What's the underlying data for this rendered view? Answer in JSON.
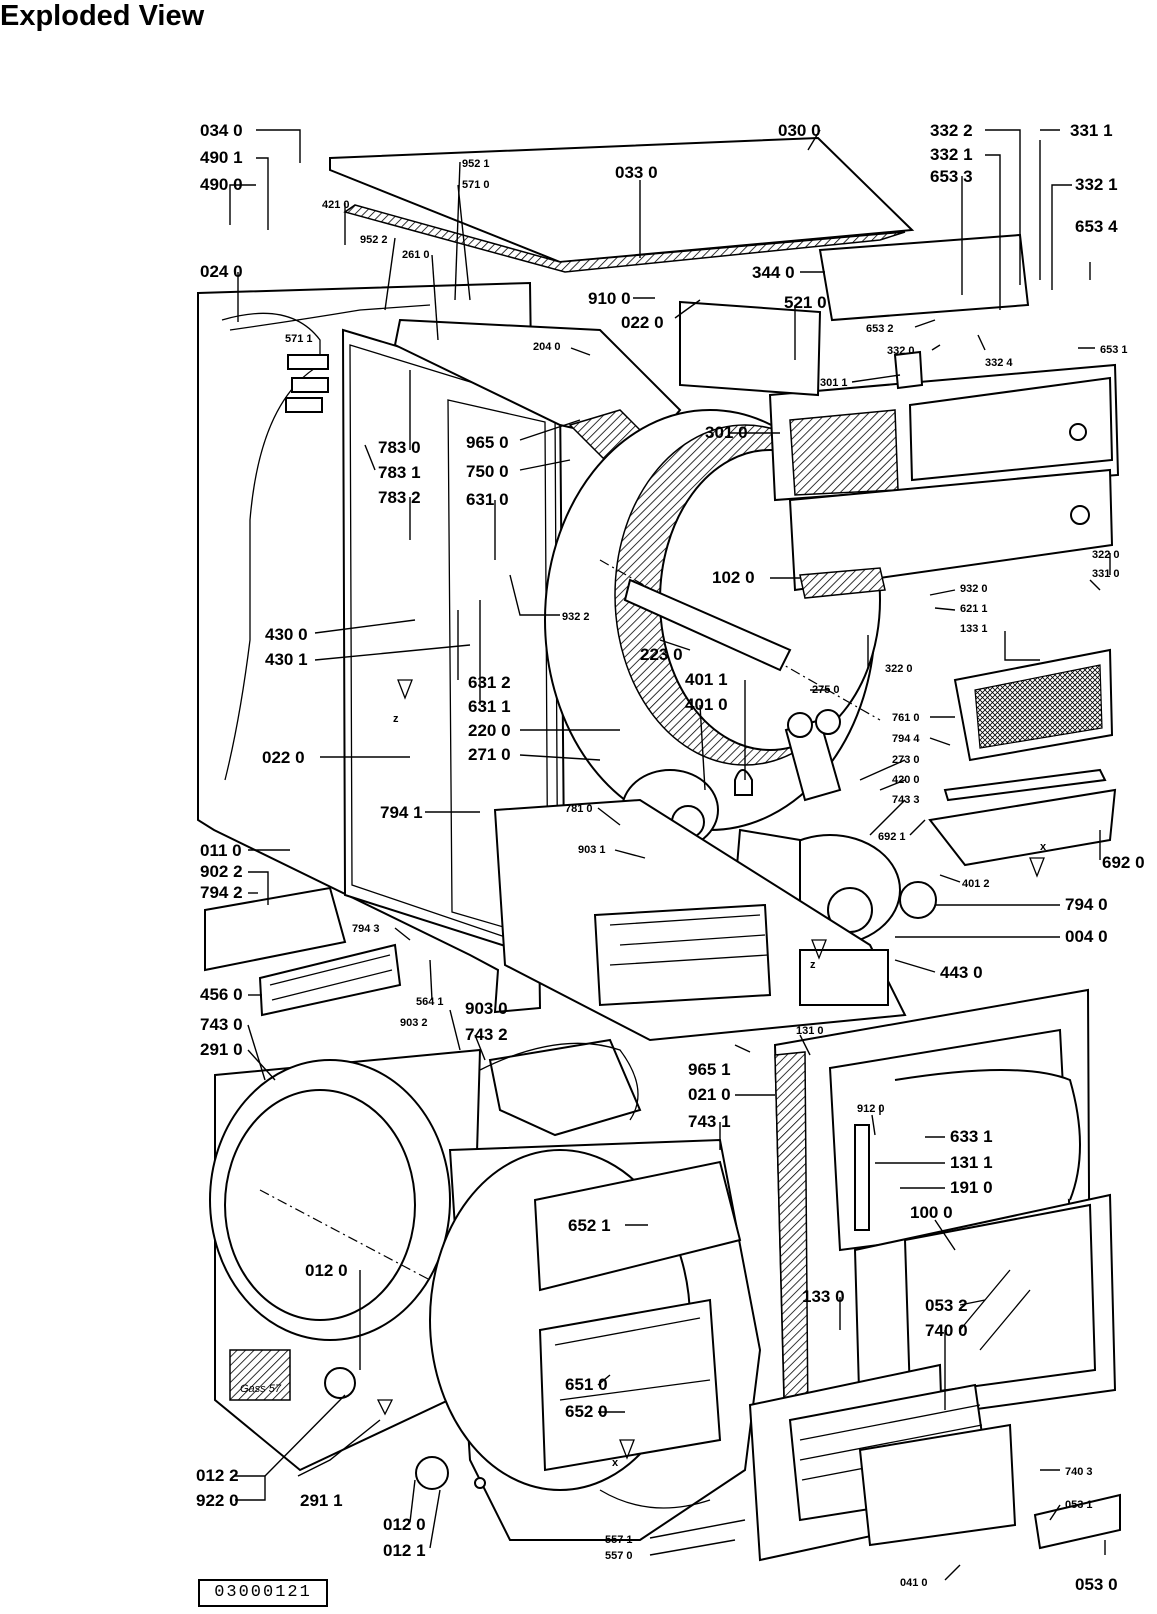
{
  "title": "Exploded View",
  "doc_number": "03000121",
  "callouts": [
    {
      "id": "034 0"
    },
    {
      "id": "490 1"
    },
    {
      "id": "490 0"
    },
    {
      "id": "421 0"
    },
    {
      "id": "024 0"
    },
    {
      "id": "952 2"
    },
    {
      "id": "261 0"
    },
    {
      "id": "952 1"
    },
    {
      "id": "571 0"
    },
    {
      "id": "571 1"
    },
    {
      "id": "033 0"
    },
    {
      "id": "030 0"
    },
    {
      "id": "332 2"
    },
    {
      "id": "332 1"
    },
    {
      "id": "653 3"
    },
    {
      "id": "331 1"
    },
    {
      "id": "332 1"
    },
    {
      "id": "653 4"
    },
    {
      "id": "344 0"
    },
    {
      "id": "910 0"
    },
    {
      "id": "022 0"
    },
    {
      "id": "521 0"
    },
    {
      "id": "653 2"
    },
    {
      "id": "332 0"
    },
    {
      "id": "332 4"
    },
    {
      "id": "653 1"
    },
    {
      "id": "204 0"
    },
    {
      "id": "301 1"
    },
    {
      "id": "783 0"
    },
    {
      "id": "783 1"
    },
    {
      "id": "783 2"
    },
    {
      "id": "965 0"
    },
    {
      "id": "750 0"
    },
    {
      "id": "631 0"
    },
    {
      "id": "301 0"
    },
    {
      "id": "102 0"
    },
    {
      "id": "322 0"
    },
    {
      "id": "331 0"
    },
    {
      "id": "932 0"
    },
    {
      "id": "621 1"
    },
    {
      "id": "133 1"
    },
    {
      "id": "932 2"
    },
    {
      "id": "223 0"
    },
    {
      "id": "322 0"
    },
    {
      "id": "430 0"
    },
    {
      "id": "430 1"
    },
    {
      "id": "631 2"
    },
    {
      "id": "631 1"
    },
    {
      "id": "220 0"
    },
    {
      "id": "271 0"
    },
    {
      "id": "401 1"
    },
    {
      "id": "401 0"
    },
    {
      "id": "275 0"
    },
    {
      "id": "761 0"
    },
    {
      "id": "794 4"
    },
    {
      "id": "273 0"
    },
    {
      "id": "420 0"
    },
    {
      "id": "743 3"
    },
    {
      "id": "022 0"
    },
    {
      "id": "794 1"
    },
    {
      "id": "781 0"
    },
    {
      "id": "903 1"
    },
    {
      "id": "692 1"
    },
    {
      "id": "692 0"
    },
    {
      "id": "401 2"
    },
    {
      "id": "794 0"
    },
    {
      "id": "004 0"
    },
    {
      "id": "443 0"
    },
    {
      "id": "011 0"
    },
    {
      "id": "902 2"
    },
    {
      "id": "794 2"
    },
    {
      "id": "794 3"
    },
    {
      "id": "456 0"
    },
    {
      "id": "564 1"
    },
    {
      "id": "903 2"
    },
    {
      "id": "903 0"
    },
    {
      "id": "743 2"
    },
    {
      "id": "743 0"
    },
    {
      "id": "291 0"
    },
    {
      "id": "131 0"
    },
    {
      "id": "965 1"
    },
    {
      "id": "021 0"
    },
    {
      "id": "743 1"
    },
    {
      "id": "912 0"
    },
    {
      "id": "633 1"
    },
    {
      "id": "131 1"
    },
    {
      "id": "191 0"
    },
    {
      "id": "100 0"
    },
    {
      "id": "012 0"
    },
    {
      "id": "652 1"
    },
    {
      "id": "133 0"
    },
    {
      "id": "053 2"
    },
    {
      "id": "740 0"
    },
    {
      "id": "651 0"
    },
    {
      "id": "652 0"
    },
    {
      "id": "012 2"
    },
    {
      "id": "922 0"
    },
    {
      "id": "291 1"
    },
    {
      "id": "012 0"
    },
    {
      "id": "012 1"
    },
    {
      "id": "557 1"
    },
    {
      "id": "557 0"
    },
    {
      "id": "041 0"
    },
    {
      "id": "740 3"
    },
    {
      "id": "053 1"
    },
    {
      "id": "053 0"
    }
  ],
  "marks": {
    "z": "z",
    "x": "x",
    "gas": "Gass 57"
  }
}
